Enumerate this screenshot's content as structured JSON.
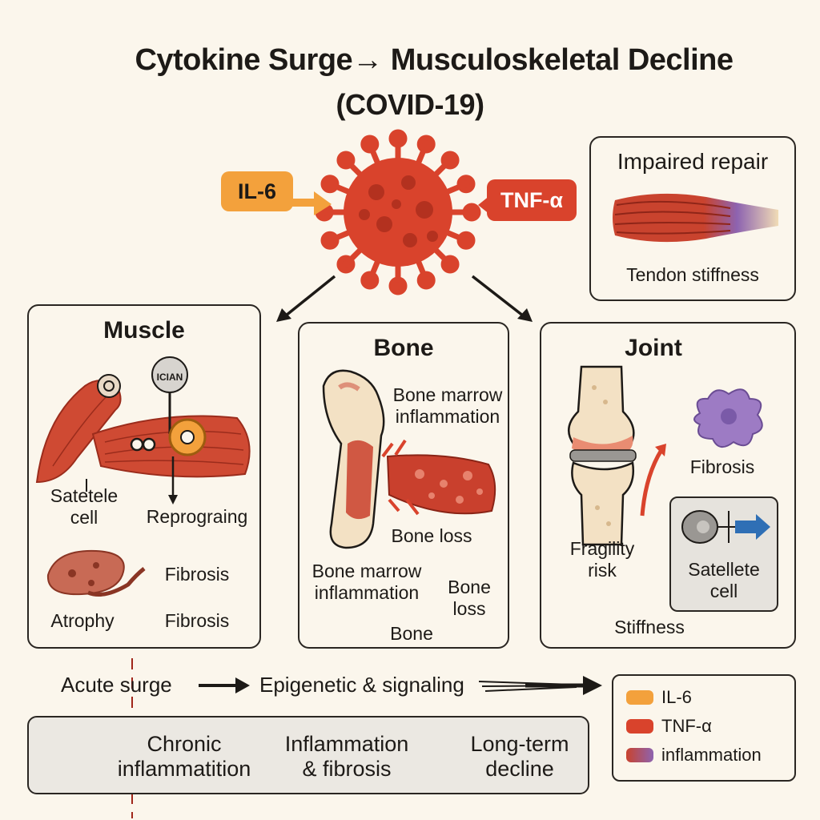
{
  "title": {
    "line1": "Cytokine Surge→ Musculoskeletal Decline",
    "line2": "(COVID-19)"
  },
  "cytokines": {
    "il6": "IL-6",
    "tnf": "TNF-α"
  },
  "repair": {
    "title": "Impaired repair",
    "caption": "Tendon stiffness"
  },
  "muscle": {
    "title": "Muscle",
    "badge": "ICIAN",
    "satellite": "Satetele\ncell",
    "reprogram": "Reprograing",
    "fibrosis_1": "Fibrosis",
    "atrophy": "Atrophy",
    "fibrosis_2": "Fibrosis"
  },
  "bone": {
    "title": "Bone",
    "marrow_1": "Bone marrow\ninflammation",
    "loss_1": "Bone loss",
    "marrow_2": "Bone marrow\ninflammation",
    "loss_2": "Bone\nloss",
    "bone": "Bone"
  },
  "joint": {
    "title": "Joint",
    "fibrosis": "Fibrosis",
    "fragility": "Fragility\nrisk",
    "satellite": "Satellete\ncell",
    "stiffness": "Stiffness"
  },
  "flow": {
    "acute": "Acute surge",
    "epigenetic": "Epigenetic & signaling"
  },
  "summary": {
    "chronic": "Chronic\ninflammatition",
    "inflammation": "Inflammation\n& fibrosis",
    "longterm": "Long-term\ndecline"
  },
  "legend": [
    {
      "label": "IL-6",
      "color": "#f3a13c"
    },
    {
      "label": "TNF-α",
      "color": "#d9432c"
    },
    {
      "label": "inflammation",
      "color": "#a9516a"
    }
  ],
  "colors": {
    "virus": "#d9432c",
    "il6": "#f3a13c",
    "tnf": "#d9432c",
    "muscle": "#cf4a33",
    "bone": "#f3e1c4",
    "fibroblast": "#9d7bc4",
    "arrow_blue": "#2f6fb5"
  }
}
